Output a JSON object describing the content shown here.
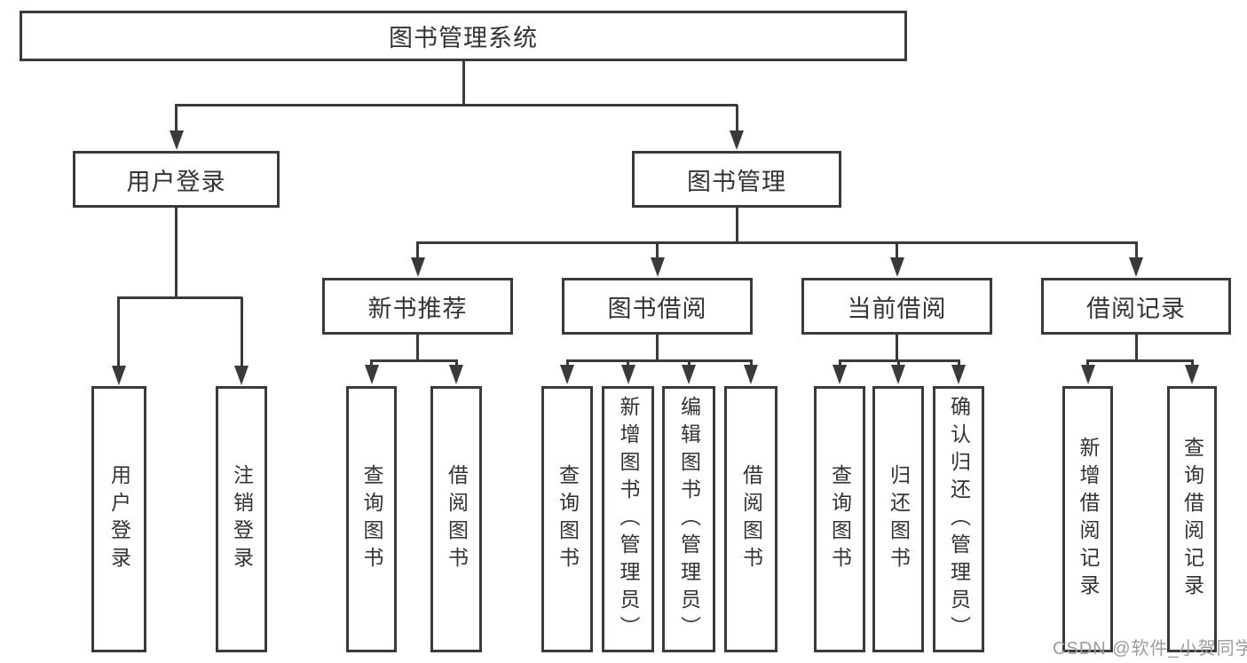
{
  "diagram": {
    "title": "图书管理系统",
    "root": {
      "label": "图书管理系统"
    },
    "branches": [
      {
        "label": "用户登录",
        "children": [
          {
            "label": "用户登录"
          },
          {
            "label": "注销登录"
          }
        ]
      },
      {
        "label": "图书管理",
        "children": [
          {
            "label": "新书推荐",
            "children": [
              {
                "label": "查询图书"
              },
              {
                "label": "借阅图书"
              }
            ]
          },
          {
            "label": "图书借阅",
            "children": [
              {
                "label": "查询图书"
              },
              {
                "label": "新增图书（管理员）"
              },
              {
                "label": "编辑图书（管理员）"
              },
              {
                "label": "借阅图书"
              }
            ]
          },
          {
            "label": "当前借阅",
            "children": [
              {
                "label": "查询图书"
              },
              {
                "label": "归还图书"
              },
              {
                "label": "确认归还（管理员）"
              }
            ]
          },
          {
            "label": "借阅记录",
            "children": [
              {
                "label": "新增借阅记录"
              },
              {
                "label": "查询借阅记录"
              }
            ]
          }
        ]
      }
    ],
    "watermark": "CSDN @软件_小贺同学",
    "colors": {
      "line": "#3a3a3a",
      "text": "#333333",
      "background": "#ffffff",
      "watermark": "#9c9c9c"
    }
  }
}
